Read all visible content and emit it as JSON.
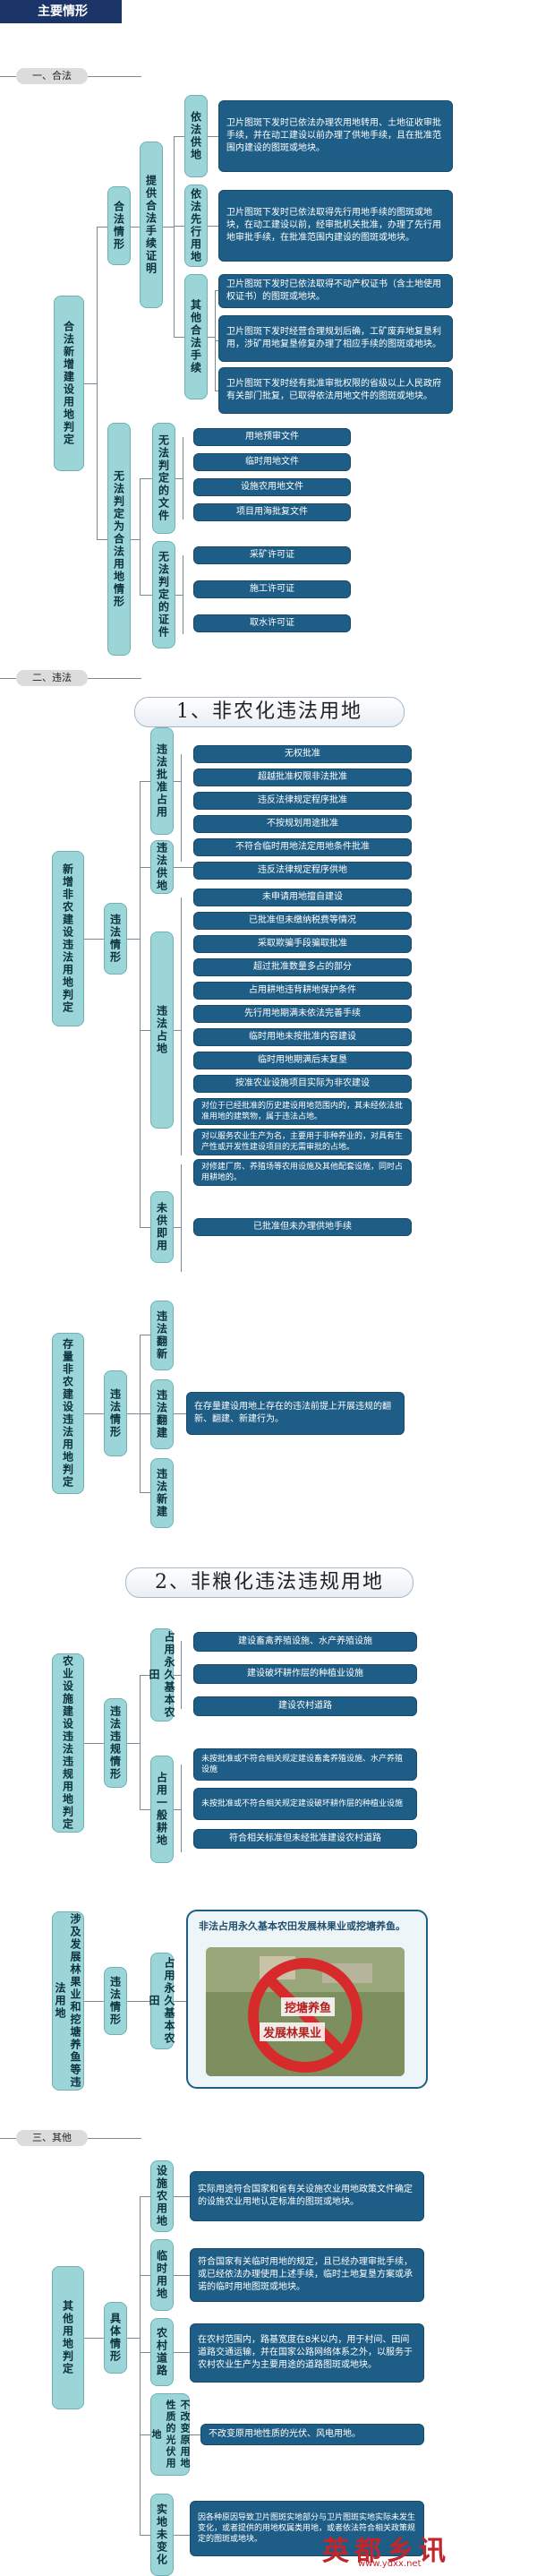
{
  "banner": "主要情形",
  "sections": {
    "s1": "一、合法",
    "s2": "二、违法",
    "s3": "三、其他"
  },
  "pills": {
    "p1": "1、非农化违法用地",
    "p2": "2、非粮化违法违规用地"
  },
  "legal": {
    "root": "合法新增建设用地判定",
    "a": "合法情形",
    "b": "提供合法手续证明",
    "c1": "依法供地",
    "c2": "依法先行用地",
    "c3": "其他合法手续",
    "l1": "卫片图斑下发时已依法办理农用地转用、土地征收审批手续，并在动工建设以前办理了供地手续，且在批准范围内建设的图斑或地块。",
    "l2": "卫片图斑下发时已依法取得先行用地手续的图斑或地块，在动工建设以前，经审批机关批准，办理了先行用地审批手续，在批准范围内建设的图斑或地块。",
    "l3a": "卫片图斑下发时已依法取得不动产权证书（含土地使用权证书）的图斑或地块。",
    "l3b": "卫片图斑下发时经营合理规划后确，工矿废弃地复垦利用，涉矿用地复垦修复办理了相应手续的图斑或地块。",
    "l3c": "卫片图斑下发时经有批准审批权限的省级以上人民政府有关部门批复，已取得依法用地文件的图斑或地块。",
    "d": "无法判定为合法用地情形",
    "e1": "无法判定的文件",
    "e2": "无法判定的证件",
    "f1": "用地预审文件",
    "f2": "临时用地文件",
    "f3": "设施农用地文件",
    "f4": "项目用海批复文件",
    "g1": "采矿许可证",
    "g2": "施工许可证",
    "g3": "取水许可证"
  },
  "illegal": {
    "root": "新增非农建设违法用地判定",
    "a": "违法情形",
    "b1": "违法批准占用",
    "b2": "违法供地",
    "b3": "违法占地",
    "b4": "未供即用",
    "l1": "无权批准",
    "l2": "超越批准权限非法批准",
    "l3": "违反法律规定程序批准",
    "l4": "不按规划用途批准",
    "l5": "不符合临时用地法定用地条件批准",
    "l6": "违反法律规定程序供地",
    "l7": "未申请用地擅自建设",
    "l8": "已批准但未缴纳税费等情况",
    "l9": "采取欺骗手段骗取批准",
    "l10": "超过批准数量多占的部分",
    "l11": "占用耕地违背耕地保护条件",
    "l12": "先行用地期满未依法完善手续",
    "l13": "临时用地未按批准内容建设",
    "l14": "临时用地期满后未复垦",
    "l15": "按准农业设施项目实际为非农建设",
    "l16": "对位于已经批准的历史建设用地范围内的，其未经依法批准用地的建筑物，属于违法占地。",
    "l17": "对以服务农业生产为名，主要用于非种养业的，对具有生产性或开发性建设项目的无需审批的占地。",
    "l18": "对修建厂房、养殖场等农用设施及其他配套设施，同时占用耕地的。",
    "l19": "已批准但未办理供地手续"
  },
  "stock": {
    "root": "存量非农建设违法用地判定",
    "a": "违法情形",
    "b1": "违法翻新",
    "b2": "违法翻建",
    "b3": "违法新建",
    "l1": "在存量建设用地上存在的违法前提上开展违规的翻新、翻建、新建行为。"
  },
  "agri": {
    "root": "农业设施建设违法违规用地判定",
    "a": "违法违规情形",
    "b1": "占用永久基本农田",
    "b2": "占用一般耕地",
    "l1": "建设畜禽养殖设施、水产养殖设施",
    "l2": "建设破坏耕作层的种植业设施",
    "l3": "建设农村道路",
    "l4": "未按批准或不符合相关规定建设畜禽养殖设施、水产养殖设施",
    "l5": "未按批准或不符合相关规定建设破坏耕作层的种植业设施",
    "l6": "符合相关标准但未经批准建设农村道路"
  },
  "forest": {
    "root": "涉及发展林果业和挖塘养鱼等违法用地",
    "a": "违法情形",
    "b1": "占用永久基本农田",
    "caption": "非法占用永久基本农田发展林果业或挖塘养鱼。",
    "sign1": "挖塘养鱼",
    "sign2": "发展林果业"
  },
  "other": {
    "root": "其他用地判定",
    "a": "具体情形",
    "b1": "设施农用地",
    "b2": "临时用地",
    "b3": "农村道路",
    "b4": "不改变原用地性质的光伏用地",
    "b5": "实地未变化",
    "l1": "实际用途符合国家和省有关设施农业用地政策文件确定的设施农业用地认定标准的图斑或地块。",
    "l2": "符合国家有关临时用地的规定，且已经办理审批手续，或已经依法办理使用上述手续，临时土地复垦方案或承诺的临时用地图斑或地块。",
    "l3": "在农村范围内，路基宽度在8米以内，用于村间、田间道路交通运输，并在国家公路网络体系之外，以服务于农村农业生产为主要用途的道路图斑或地块。",
    "l4": "不改变原用地性质的光伏、风电用地。",
    "l5": "因各种原因导致卫片图斑实地部分与卫片图斑实地实际未发生变化，或者提供的用地权属类用地，或者依法符合相关政策规定的图斑或地块。"
  },
  "watermark": {
    "brand": "英都乡讯",
    "url": "www.ydxx.net"
  }
}
